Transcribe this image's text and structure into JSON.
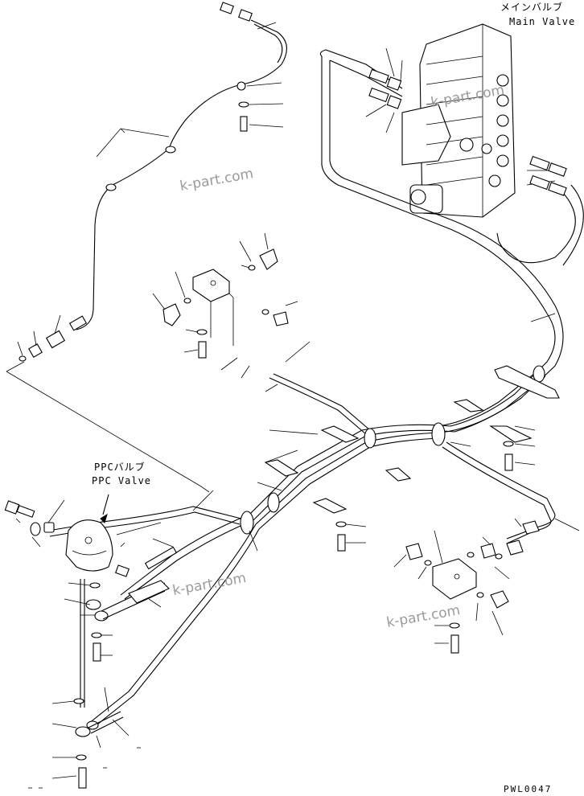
{
  "labels": {
    "main_valve_jp": "メインバルブ",
    "main_valve_en": "Main Valve",
    "ppc_valve_jp": "PPCバルブ",
    "ppc_valve_en": "PPC Valve",
    "drawing_code": "PWL0047"
  },
  "watermark": "k-part.com",
  "colors": {
    "line": "#000000",
    "background": "#ffffff",
    "watermark": "#9a9a9a"
  }
}
